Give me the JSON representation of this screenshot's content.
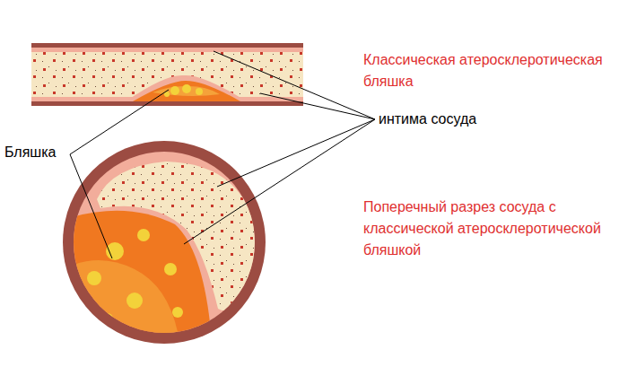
{
  "diagram": {
    "labels": [
      "Классическая атеросклеротическая бляшка",
      "интима сосуда",
      "Бляшка",
      "Поперечный разрез сосуда с классической атеросклеротической бляшкой"
    ]
  }
}
